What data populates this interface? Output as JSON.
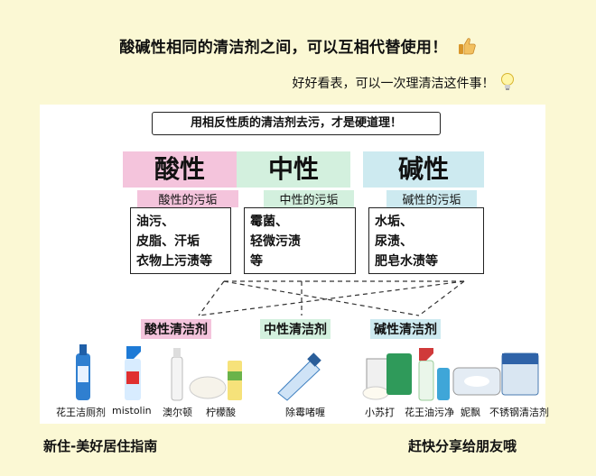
{
  "header": {
    "headline": "酸碱性相同的清洁剂之间，可以互相代替使用！",
    "subline": "好好看表，可以一次理清洁这件事！"
  },
  "panel": {
    "banner": "用相反性质的清洁剂去污，才是硬道理！",
    "columns": [
      {
        "title": "酸性",
        "sub": "酸性的污垢",
        "items": [
          "油污、",
          "皮脂、汗垢",
          "衣物上污渍等"
        ],
        "cleaner": "酸性清洁剂"
      },
      {
        "title": "中性",
        "sub": "中性的污垢",
        "items": [
          "霉菌、",
          "轻微污渍",
          "等"
        ],
        "cleaner": "中性清洁剂"
      },
      {
        "title": "碱性",
        "sub": "碱性的污垢",
        "items": [
          "水垢、",
          "尿渍、",
          "肥皂水渍等"
        ],
        "cleaner": "碱性清洁剂"
      }
    ],
    "products": [
      "花王洁厕剂",
      "mistolin",
      "澳尔顿",
      "柠檬酸",
      "除霉啫喱",
      "小苏打",
      "花王油污净",
      "妮飘",
      "不锈钢清洁剂"
    ]
  },
  "footer": {
    "left": "新住-美好居住指南",
    "right": "赶快分享给朋友哦"
  },
  "colors": {
    "background": "#fbf8d4",
    "acid": "#f4c4dc",
    "neutral": "#d3f0de",
    "alkali": "#cdeaf0"
  }
}
